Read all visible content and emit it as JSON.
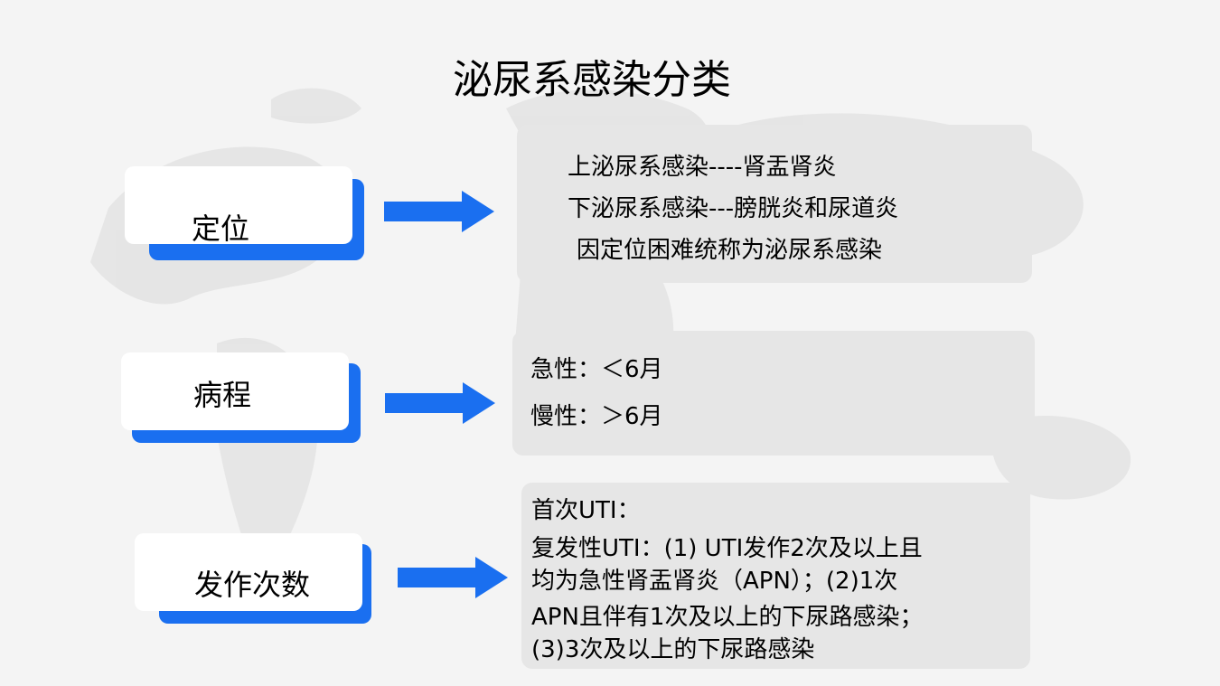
{
  "slide": {
    "title": "泌尿系感染分类"
  },
  "rows": [
    {
      "label": "定位",
      "lines": [
        "上泌尿系感染----肾盂肾炎",
        "下泌尿系感染---膀胱炎和尿道炎",
        "因定位困难统称为泌尿系感染"
      ]
    },
    {
      "label": "病程",
      "lines": [
        "急性：＜6月",
        "慢性：＞6月"
      ]
    },
    {
      "label": "发作次数",
      "lines": [
        "首次UTI：",
        "复发性UTI：(1) UTI发作2次及以上且",
        "均为急性肾盂肾炎（APN）；(2)1次",
        "APN且伴有1次及以上的下尿路感染；",
        "(3)3次及以上的下尿路感染"
      ]
    }
  ],
  "colors": {
    "accent": "#1a6ff0",
    "box_bg": "#e6e6e6",
    "card_bg": "#ffffff",
    "page_bg": "#f4f4f4"
  }
}
